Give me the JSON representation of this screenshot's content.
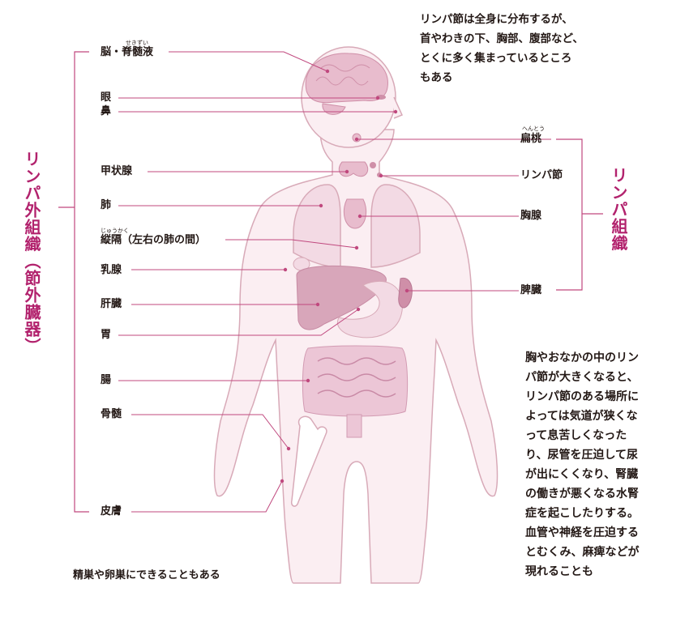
{
  "labels_left": {
    "brain": "脳・脊髄液",
    "brain_ruby": "せきずい",
    "eye": "眼",
    "nose": "鼻",
    "thyroid": "甲状腺",
    "lung": "肺",
    "mediastinum": "縦隔（左右の肺の間）",
    "mediastinum_ruby": "じゅうかく",
    "breast": "乳腺",
    "liver": "肝臓",
    "stomach": "胃",
    "intestine": "腸",
    "bone_marrow": "骨髄",
    "skin": "皮膚"
  },
  "labels_right": {
    "tonsil": "扁桃",
    "tonsil_ruby": "へんとう",
    "lymph_node": "リンパ節",
    "thymus": "胸腺",
    "spleen": "脾臓"
  },
  "group_left_title": "リンパ外組織（節外臓器）",
  "group_right_title": "リンパ組織",
  "note_top": [
    "リンパ節は全身に分布するが、",
    "首やわきの下、胸部、腹部など、",
    "とくに多く集まっているところ",
    "もある"
  ],
  "note_right": [
    "胸やおなかの中のリン",
    "パ節が大きくなると、",
    "リンパ節のある場所に",
    "よっては気道が狭くな",
    "って息苦しくなった",
    "り、尿管を圧迫して尿",
    "が出にくくなり、腎臓",
    "の働きが悪くなる水腎",
    "症を起こしたりする。",
    "血管や神経を圧迫する",
    "とむくみ、麻痺などが",
    "現れることも"
  ],
  "note_bottom": "精巣や卵巣にできることもある",
  "colors": {
    "accent": "#b2226d",
    "body_fill": "#fbeef2",
    "body_stroke": "#d8aab8",
    "organ_fill": "#e8bccd",
    "organ_dark": "#cf8fa8",
    "line": "#c0487e"
  }
}
